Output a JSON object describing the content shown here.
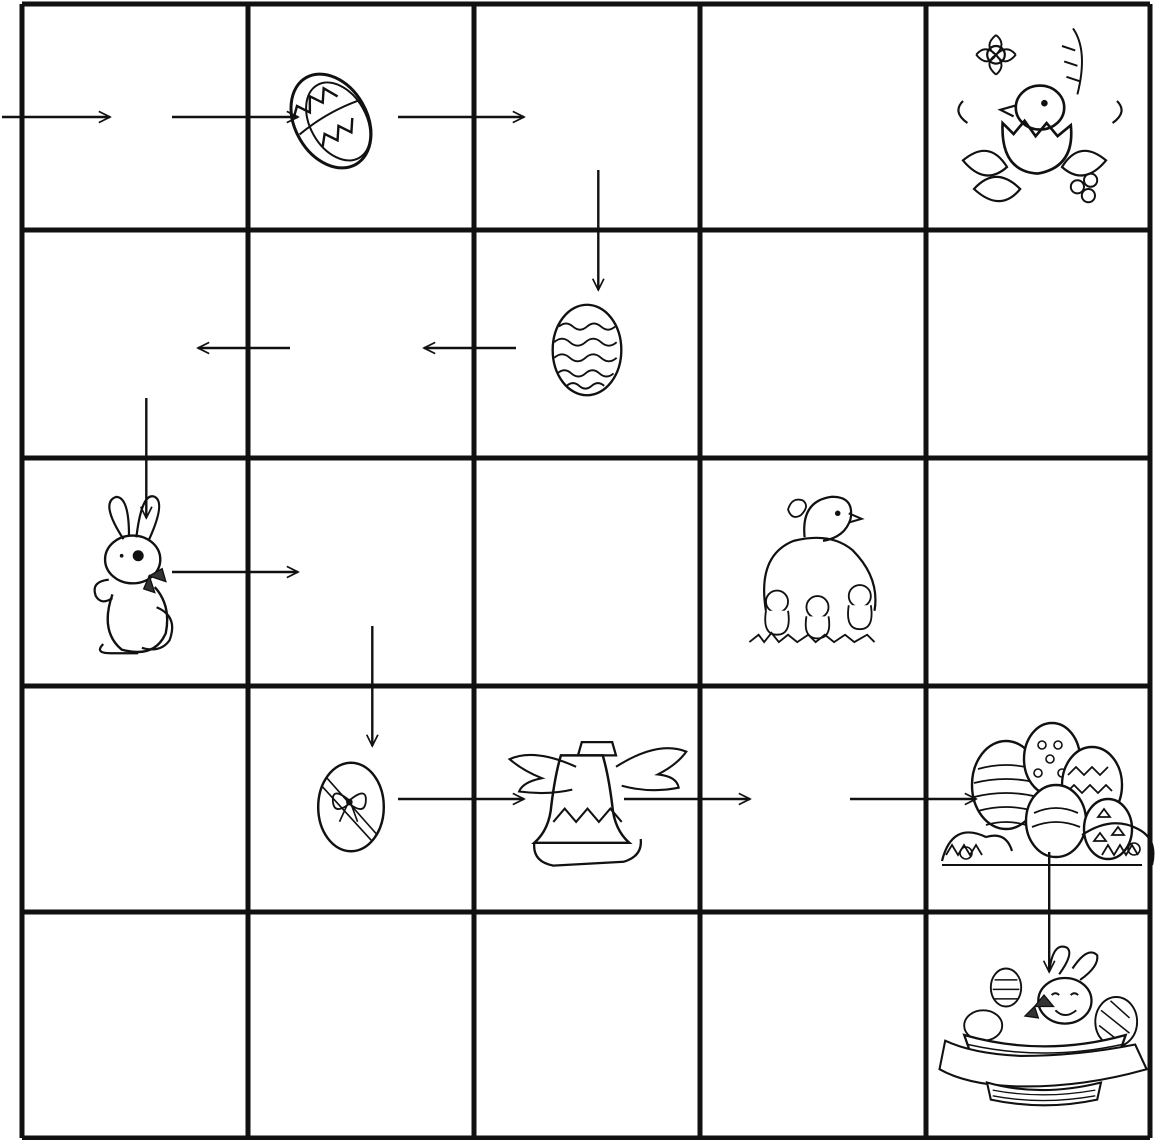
{
  "grid": {
    "rows": 5,
    "cols": 5
  },
  "pictures": [
    {
      "id": "chick-in-flowers",
      "row": 0,
      "col": 4,
      "icon": "chick-hatching-flowers-icon"
    },
    {
      "id": "zigzag-egg",
      "row": 0,
      "col": 1,
      "icon": "zigzag-egg-icon"
    },
    {
      "id": "wavy-egg",
      "row": 1,
      "col": 2,
      "icon": "wavy-egg-icon"
    },
    {
      "id": "bunny-with-bow",
      "row": 2,
      "col": 0,
      "icon": "bunny-icon"
    },
    {
      "id": "hen-with-chicks",
      "row": 2,
      "col": 3,
      "icon": "hen-chicks-icon"
    },
    {
      "id": "bow-egg",
      "row": 3,
      "col": 1,
      "icon": "bow-egg-icon"
    },
    {
      "id": "winged-bell",
      "row": 3,
      "col": 2,
      "icon": "winged-bell-icon"
    },
    {
      "id": "egg-pile",
      "row": 3,
      "col": 4,
      "icon": "egg-pile-icon"
    },
    {
      "id": "bunny-in-basket",
      "row": 4,
      "col": 4,
      "icon": "bunny-basket-icon"
    }
  ],
  "path": [
    {
      "from": [
        0,
        0
      ],
      "to": [
        0,
        1
      ],
      "dir": "right"
    },
    {
      "from": [
        0,
        1
      ],
      "to": [
        0,
        2
      ],
      "dir": "right"
    },
    {
      "from": [
        0,
        2
      ],
      "to": [
        1,
        2
      ],
      "dir": "down"
    },
    {
      "from": [
        1,
        2
      ],
      "to": [
        1,
        1
      ],
      "dir": "left"
    },
    {
      "from": [
        1,
        1
      ],
      "to": [
        1,
        0
      ],
      "dir": "left"
    },
    {
      "from": [
        1,
        0
      ],
      "to": [
        2,
        0
      ],
      "dir": "down"
    },
    {
      "from": [
        2,
        0
      ],
      "to": [
        2,
        1
      ],
      "dir": "right"
    },
    {
      "from": [
        2,
        1
      ],
      "to": [
        3,
        1
      ],
      "dir": "down"
    },
    {
      "from": [
        3,
        1
      ],
      "to": [
        3,
        2
      ],
      "dir": "right"
    },
    {
      "from": [
        3,
        2
      ],
      "to": [
        3,
        3
      ],
      "dir": "right"
    },
    {
      "from": [
        3,
        3
      ],
      "to": [
        3,
        4
      ],
      "dir": "right"
    },
    {
      "from": [
        3,
        4
      ],
      "to": [
        4,
        4
      ],
      "dir": "down"
    }
  ],
  "entry_arrow": {
    "row": 0,
    "dir": "right"
  }
}
